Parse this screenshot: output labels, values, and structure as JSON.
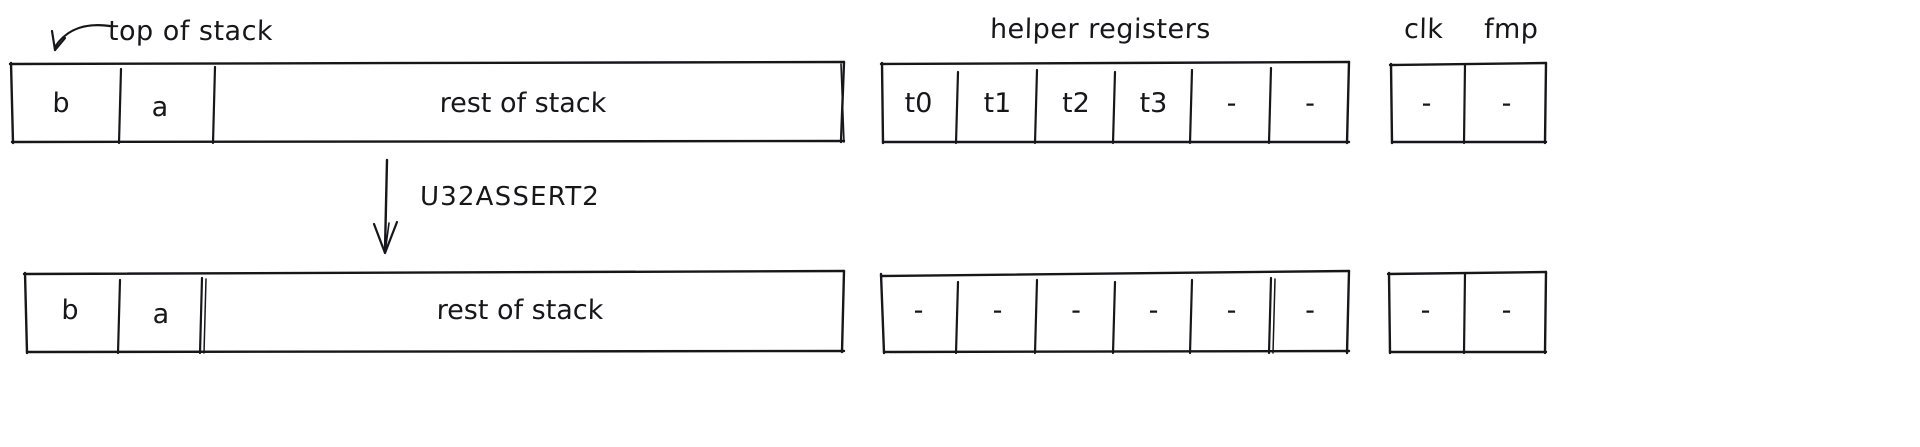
{
  "diagram": {
    "title_labels": {
      "top_of_stack": "top of stack",
      "helper_registers": "helper registers",
      "clk": "clk",
      "fmp": "fmp"
    },
    "operation": {
      "name": "U32ASSERT2",
      "arrow": "down-arrow-icon"
    },
    "ink_color": "#17171a",
    "background_color": "#ffffff",
    "before": {
      "stack": {
        "cells": [
          "b",
          "a"
        ],
        "remainder_label": "rest of stack"
      },
      "helper_registers": {
        "cells": [
          "t0",
          "t1",
          "t2",
          "t3",
          "-",
          "-"
        ]
      },
      "clk_fmp": {
        "cells": [
          "-",
          "-"
        ]
      }
    },
    "after": {
      "stack": {
        "cells": [
          "b",
          "a"
        ],
        "remainder_label": "rest of stack"
      },
      "helper_registers": {
        "cells": [
          "-",
          "-",
          "-",
          "-",
          "-",
          "-"
        ]
      },
      "clk_fmp": {
        "cells": [
          "-",
          "-"
        ]
      }
    }
  }
}
